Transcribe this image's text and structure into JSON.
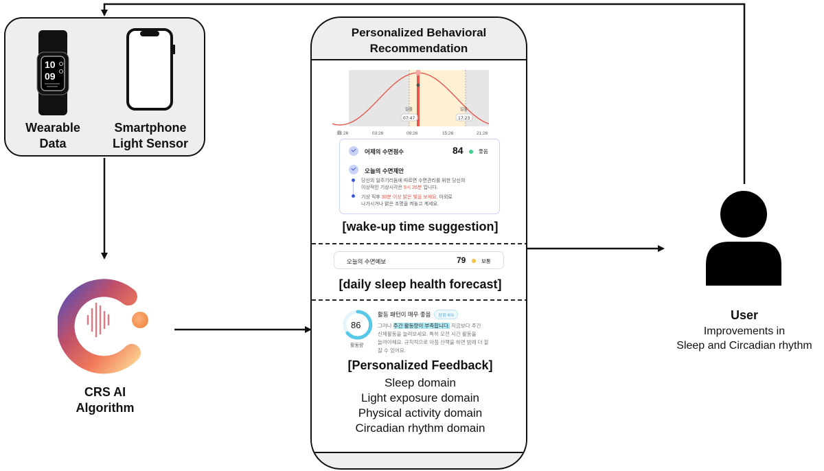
{
  "devices": {
    "wearable_label_1": "Wearable",
    "wearable_label_2": "Data",
    "smartphone_label_1": "Smartphone",
    "smartphone_label_2": "Light Sensor",
    "watch_time_hour": "10",
    "watch_time_min": "09"
  },
  "algorithm": {
    "label_1": "CRS AI",
    "label_2": "Algorithm"
  },
  "phone": {
    "title_1": "Personalized Behavioral",
    "title_2": "Recommendation",
    "chart": {
      "ticks": [
        "21:26",
        "03:26",
        "09:26",
        "15:26",
        "21:26"
      ],
      "sunrise_label": "일출",
      "sunrise_time": "07:47",
      "sunset_label": "일몰",
      "sunset_time": "17:23"
    },
    "wake_card": {
      "score_label": "어제의 수면점수",
      "score_value": "84",
      "score_status": "좋음",
      "suggest_label": "오늘의 수면제안",
      "line1": "당신의 일주기리듬에 따르면 수면관리를 위한 당신의",
      "line2a": "이상적인 기상시각은 ",
      "line2b": "9시 26분",
      "line2c": " 입니다.",
      "line3a": "기상 직후 ",
      "line3b": "30분 이상 밝은 빛을 보세요.",
      "line3c": " 아외로",
      "line4": "나가시거나 밝은 조명을 켜놓고 계세요."
    },
    "section1": "[wake-up time suggestion]",
    "forecast_card": {
      "label": "오늘의 수면예보",
      "value": "79",
      "status": "보통"
    },
    "section2": "[daily sleep health forecast]",
    "feedback_card": {
      "gauge_value": "86",
      "gauge_label": "활동량",
      "title": "활동 패턴이 매우 좋음",
      "badge": "상위 6%",
      "line1a": "그러나 ",
      "line1b": "주간 활동량이 부족합니다.",
      "line1c": " 지금보다 주간",
      "line2": "신체활동을 늘려보세요. 특히 오전 시간 활동을",
      "line3": "늘려야해요. 규칙적으로 아침 산책을 하면 밤에 더 잘",
      "line4": "잘 수 있어요."
    },
    "section3": "[Personalized Feedback]",
    "domains": [
      "Sleep domain",
      "Light exposure domain",
      "Physical activity domain",
      "Circadian rhythm domain"
    ]
  },
  "user": {
    "label": "User",
    "desc_1": "Improvements in",
    "desc_2": "Sleep and Circadian rhythm"
  },
  "colors": {
    "accent_red": "#e8574a",
    "sun_band": "#fdf0d4",
    "check_blue": "#3b56d1",
    "gauge_cyan": "#58c8e8",
    "good_green": "#3ed08a",
    "normal_yellow": "#f6c344"
  }
}
